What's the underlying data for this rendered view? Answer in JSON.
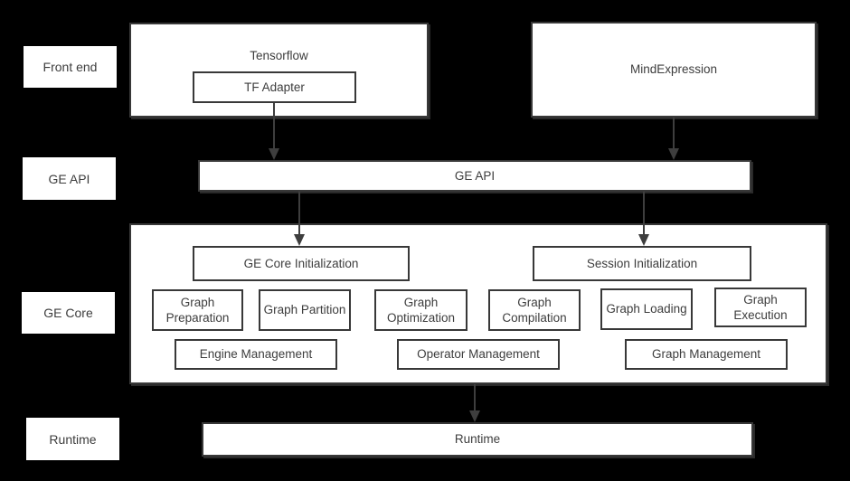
{
  "colors": {
    "background": "#000000",
    "box_fill": "#ffffff",
    "box_border": "#383838",
    "text": "#3d3d3d",
    "arrow": "#3e3e3e"
  },
  "row_labels": {
    "front_end": "Front end",
    "ge_api": "GE API",
    "ge_core": "GE Core",
    "runtime": "Runtime"
  },
  "front_end": {
    "tensorflow": "Tensorflow",
    "tf_adapter": "TF Adapter",
    "mind_expression": "MindExpression"
  },
  "ge_api": {
    "bar": "GE API"
  },
  "ge_core": {
    "init": [
      "GE Core Initialization",
      "Session Initialization"
    ],
    "functions": [
      "Graph Preparation",
      "Graph Partition",
      "Graph Optimization",
      "Graph Compilation",
      "Graph Loading",
      "Graph Execution"
    ],
    "management": [
      "Engine Management",
      "Operator Management",
      "Graph Management"
    ]
  },
  "runtime": {
    "bar": "Runtime"
  }
}
